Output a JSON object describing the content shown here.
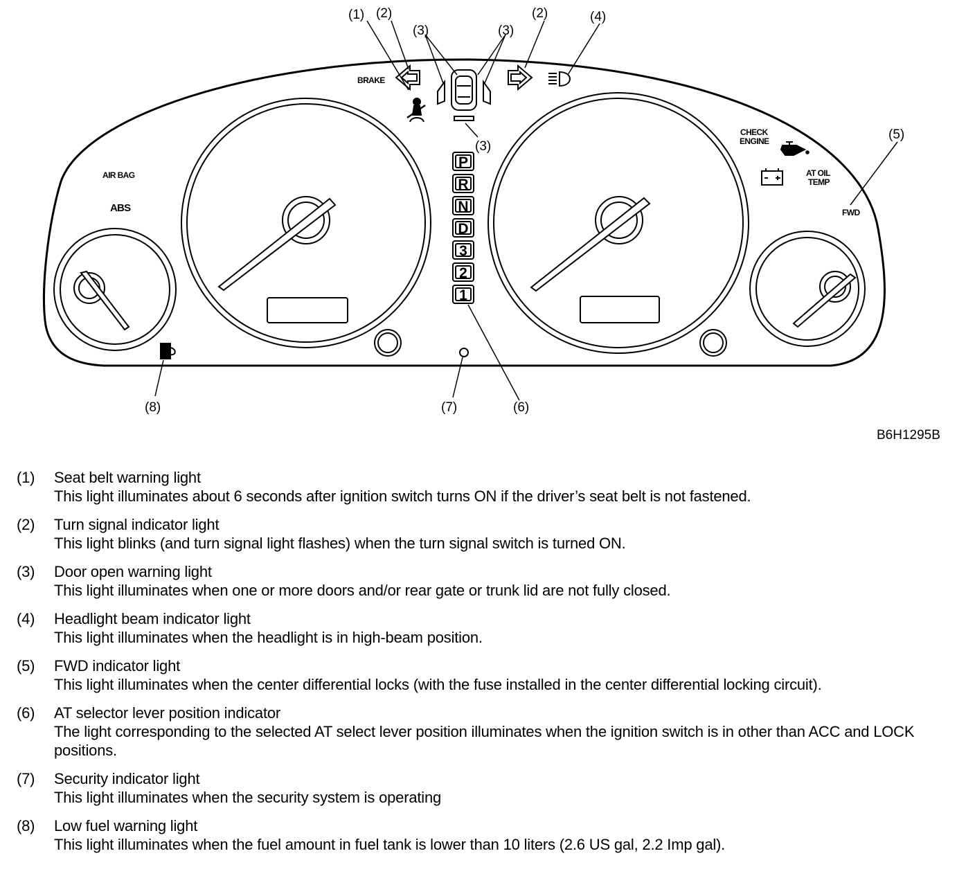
{
  "cluster": {
    "labels": {
      "brake": "BRAKE",
      "air_bag": "AIR BAG",
      "abs": "ABS",
      "check_engine_line1": "CHECK",
      "check_engine_line2": "ENGINE",
      "at_oil_temp_line1": "AT OIL",
      "at_oil_temp_line2": "TEMP",
      "fwd": "FWD"
    },
    "gear_positions": [
      "P",
      "R",
      "N",
      "D",
      "3",
      "2",
      "1"
    ]
  },
  "callouts": {
    "c1": "(1)",
    "c2_left": "(2)",
    "c2_right": "(2)",
    "c3_left": "(3)",
    "c3_right": "(3)",
    "c3_bottom": "(3)",
    "c4": "(4)",
    "c5": "(5)",
    "c6": "(6)",
    "c7": "(7)",
    "c8": "(8)"
  },
  "figure_code": "B6H1295B",
  "legend": [
    {
      "num": "(1)",
      "title": "Seat belt warning light",
      "desc": "This light illuminates about 6 seconds after ignition switch turns ON if the driver’s seat belt is not fastened."
    },
    {
      "num": "(2)",
      "title": "Turn signal indicator light",
      "desc": "This light blinks (and turn signal light flashes) when the turn signal switch is turned ON."
    },
    {
      "num": "(3)",
      "title": "Door open warning light",
      "desc": "This light illuminates when one or more doors and/or rear gate or trunk lid are not fully closed."
    },
    {
      "num": "(4)",
      "title": "Headlight beam indicator light",
      "desc": "This light illuminates when the headlight is in high-beam position."
    },
    {
      "num": "(5)",
      "title": "FWD indicator light",
      "desc": "This light illuminates when the center differential locks (with the fuse installed in the center differential locking circuit)."
    },
    {
      "num": "(6)",
      "title": "AT selector lever position indicator",
      "desc": "The light corresponding to the selected AT select lever position illuminates when the ignition switch is in other than ACC and LOCK positions."
    },
    {
      "num": "(7)",
      "title": "Security indicator light",
      "desc": "This light illuminates when the security system is operating"
    },
    {
      "num": "(8)",
      "title": "Low fuel warning light",
      "desc": "This light illuminates when the fuel amount in fuel tank is lower than 10 liters (2.6 US gal, 2.2 Imp gal)."
    }
  ]
}
